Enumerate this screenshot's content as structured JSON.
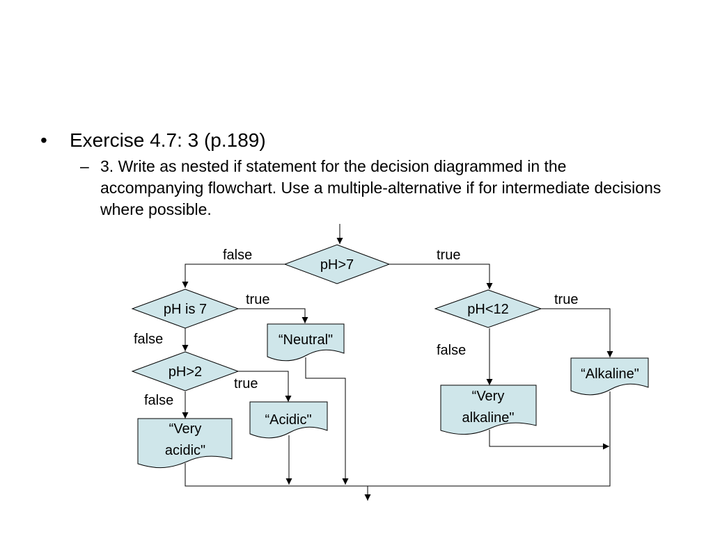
{
  "slide": {
    "bullet_marker": "•",
    "dash_marker": "–",
    "title": "Exercise 4.7: 3 (p.189)",
    "subtext": "3. Write as nested if statement for the decision diagrammed in the accompanying flowchart. Use a multiple-alternative if for intermediate decisions where possible."
  },
  "flowchart": {
    "decisions": {
      "ph_gt_7": "pH>7",
      "ph_is_7": "pH is 7",
      "ph_gt_2": "pH>2",
      "ph_lt_12": "pH<12"
    },
    "outputs": {
      "neutral": "“Neutral\"",
      "acidic": "“Acidic\"",
      "very_acidic_line1": "“Very",
      "very_acidic_line2": "acidic\"",
      "very_alkaline_line1": "“Very",
      "very_alkaline_line2": "alkaline\"",
      "alkaline": "“Alkaline\""
    },
    "branch_labels": {
      "ph_gt_7_false": "false",
      "ph_gt_7_true": "true",
      "ph_is_7_true": "true",
      "ph_is_7_false": "false",
      "ph_gt_2_true": "true",
      "ph_gt_2_false": "false",
      "ph_lt_12_true": "true",
      "ph_lt_12_false": "false"
    }
  }
}
